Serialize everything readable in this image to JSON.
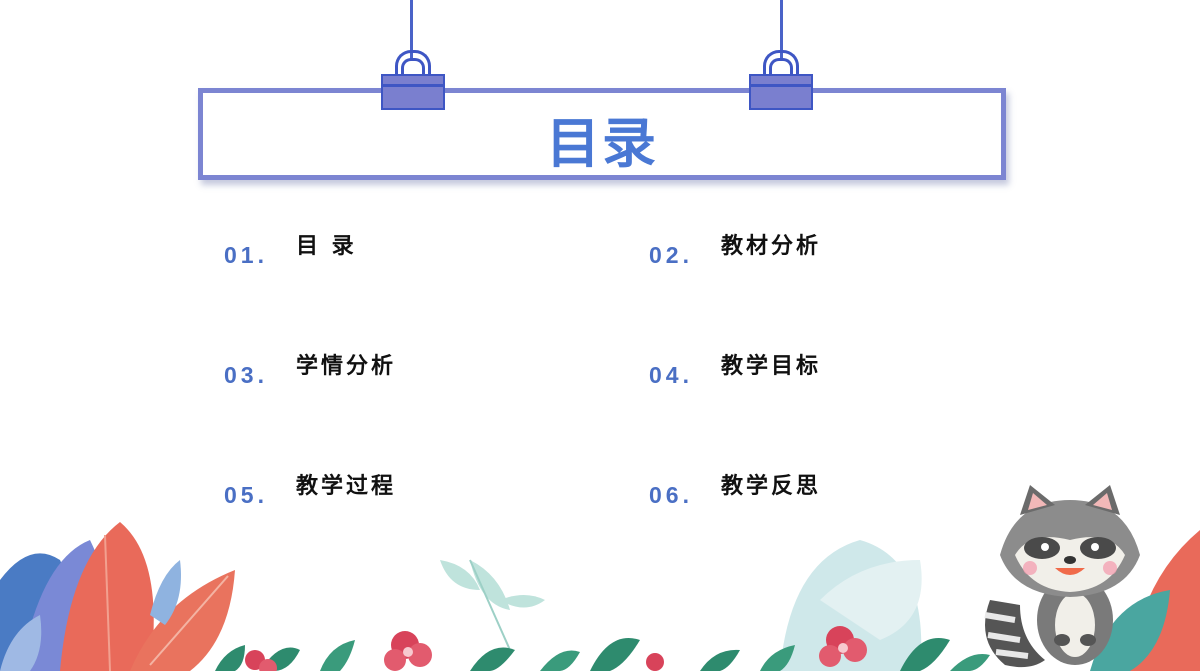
{
  "title": "目录",
  "items": [
    {
      "number": "01.",
      "label": "目 录"
    },
    {
      "number": "02.",
      "label": "教材分析"
    },
    {
      "number": "03.",
      "label": "学情分析"
    },
    {
      "number": "04.",
      "label": "教学目标"
    },
    {
      "number": "05.",
      "label": "教学过程"
    },
    {
      "number": "06.",
      "label": "教学反思"
    }
  ],
  "colors": {
    "accent": "#4a78d4",
    "frame": "#7c85d2",
    "number": "#4a6fc4",
    "label": "#111111"
  },
  "icons": [
    "hanging-clip-icon",
    "raccoon-illustration",
    "leaf-decoration",
    "flower-decoration"
  ]
}
